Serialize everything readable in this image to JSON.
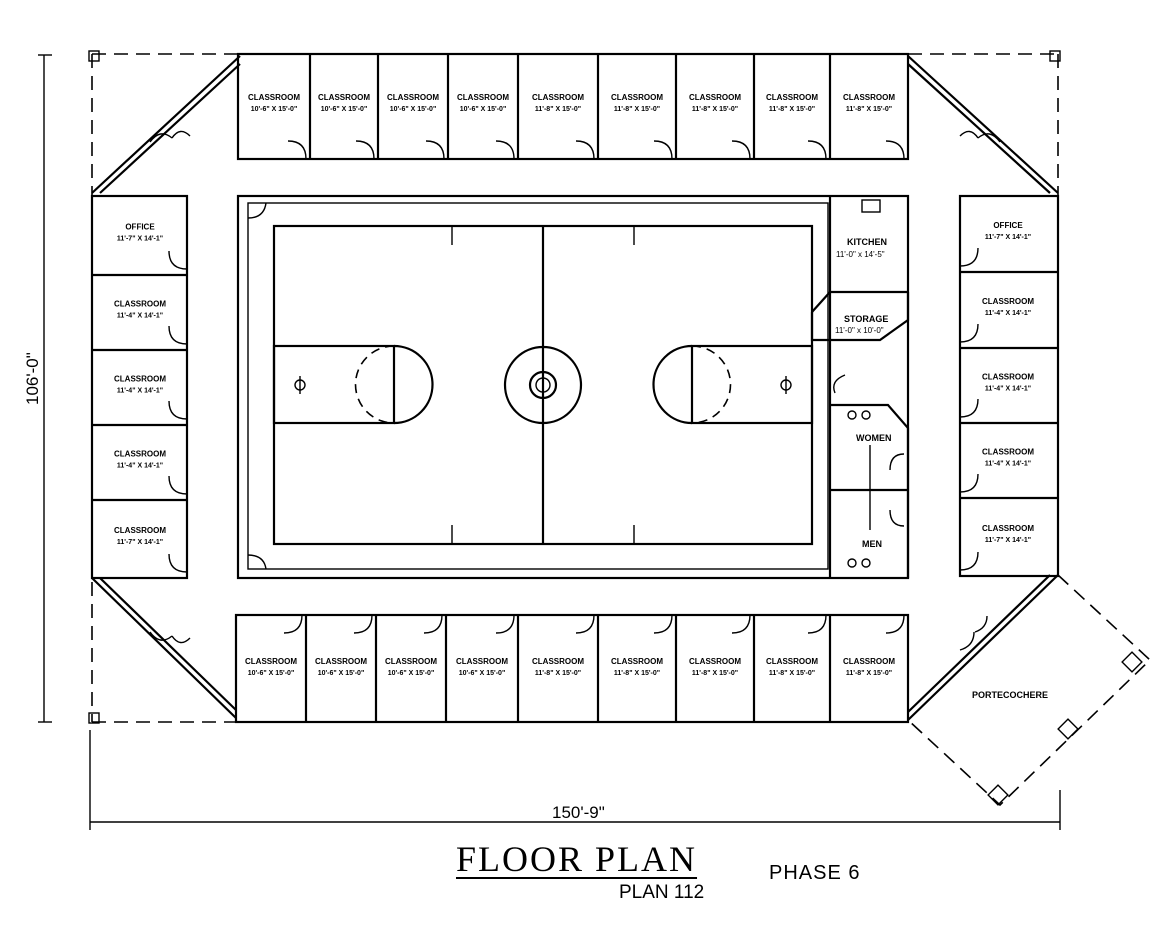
{
  "dimensions": {
    "width": "150'-9\"",
    "height": "106'-0\""
  },
  "title": {
    "main": "FLOOR PLAN",
    "sub": "PLAN 112",
    "phase": "PHASE 6"
  },
  "top_rooms": [
    {
      "name": "CLASSROOM",
      "size": "10'-6\" X 15'-0\""
    },
    {
      "name": "CLASSROOM",
      "size": "10'-6\" X 15'-0\""
    },
    {
      "name": "CLASSROOM",
      "size": "10'-6\" X 15'-0\""
    },
    {
      "name": "CLASSROOM",
      "size": "10'-6\" X 15'-0\""
    },
    {
      "name": "CLASSROOM",
      "size": "11'-8\" X 15'-0\""
    },
    {
      "name": "CLASSROOM",
      "size": "11'-8\" X 15'-0\""
    },
    {
      "name": "CLASSROOM",
      "size": "11'-8\" X 15'-0\""
    },
    {
      "name": "CLASSROOM",
      "size": "11'-8\" X 15'-0\""
    },
    {
      "name": "CLASSROOM",
      "size": "11'-8\" X 15'-0\""
    }
  ],
  "bottom_rooms": [
    {
      "name": "CLASSROOM",
      "size": "10'-6\" X 15'-0\""
    },
    {
      "name": "CLASSROOM",
      "size": "10'-6\" X 15'-0\""
    },
    {
      "name": "CLASSROOM",
      "size": "10'-6\" X 15'-0\""
    },
    {
      "name": "CLASSROOM",
      "size": "10'-6\" X 15'-0\""
    },
    {
      "name": "CLASSROOM",
      "size": "11'-8\" X 15'-0\""
    },
    {
      "name": "CLASSROOM",
      "size": "11'-8\" X 15'-0\""
    },
    {
      "name": "CLASSROOM",
      "size": "11'-8\" X 15'-0\""
    },
    {
      "name": "CLASSROOM",
      "size": "11'-8\" X 15'-0\""
    },
    {
      "name": "CLASSROOM",
      "size": "11'-8\" X 15'-0\""
    }
  ],
  "left_rooms": [
    {
      "name": "OFFICE",
      "size": "11'-7\" X 14'-1\""
    },
    {
      "name": "CLASSROOM",
      "size": "11'-4\" X 14'-1\""
    },
    {
      "name": "CLASSROOM",
      "size": "11'-4\" X 14'-1\""
    },
    {
      "name": "CLASSROOM",
      "size": "11'-4\" X 14'-1\""
    },
    {
      "name": "CLASSROOM",
      "size": "11'-7\" X 14'-1\""
    }
  ],
  "right_rooms": [
    {
      "name": "OFFICE",
      "size": "11'-7\" X 14'-1\""
    },
    {
      "name": "CLASSROOM",
      "size": "11'-4\" X 14'-1\""
    },
    {
      "name": "CLASSROOM",
      "size": "11'-4\" X 14'-1\""
    },
    {
      "name": "CLASSROOM",
      "size": "11'-4\" X 14'-1\""
    },
    {
      "name": "CLASSROOM",
      "size": "11'-7\" X 14'-1\""
    }
  ],
  "kitchen": {
    "name": "KITCHEN",
    "size": "11'-0\" x 14'-5\""
  },
  "storage": {
    "name": "STORAGE",
    "size": "11'-0\" x 10'-0\""
  },
  "women": "WOMEN",
  "men": "MEN",
  "portecochere": "PORTECOCHERE"
}
